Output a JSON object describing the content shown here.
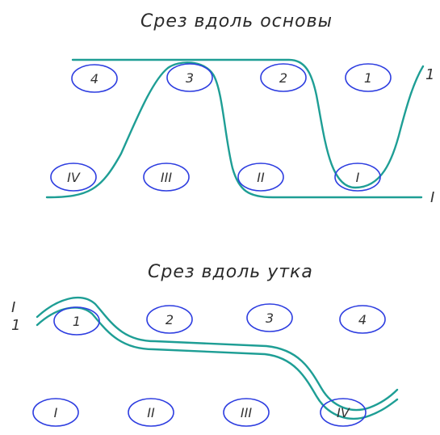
{
  "diagram": {
    "warp_section": {
      "title": "Срез вдоль основы",
      "top_row_labels": [
        "4",
        "3",
        "2",
        "1"
      ],
      "bottom_row_labels": [
        "IV",
        "III",
        "II",
        "I"
      ],
      "side_label_top": "1",
      "side_label_bottom": "I"
    },
    "weft_section": {
      "title": "Срез вдоль утка",
      "top_row_labels": [
        "1",
        "2",
        "3",
        "4"
      ],
      "bottom_row_labels": [
        "I",
        "II",
        "III",
        "IV"
      ],
      "side_label_top": "I",
      "side_label_bottom": "1"
    },
    "colors": {
      "yarn": "#1e9e95",
      "circle_outline": "#2d3de0",
      "text": "#333333"
    }
  }
}
